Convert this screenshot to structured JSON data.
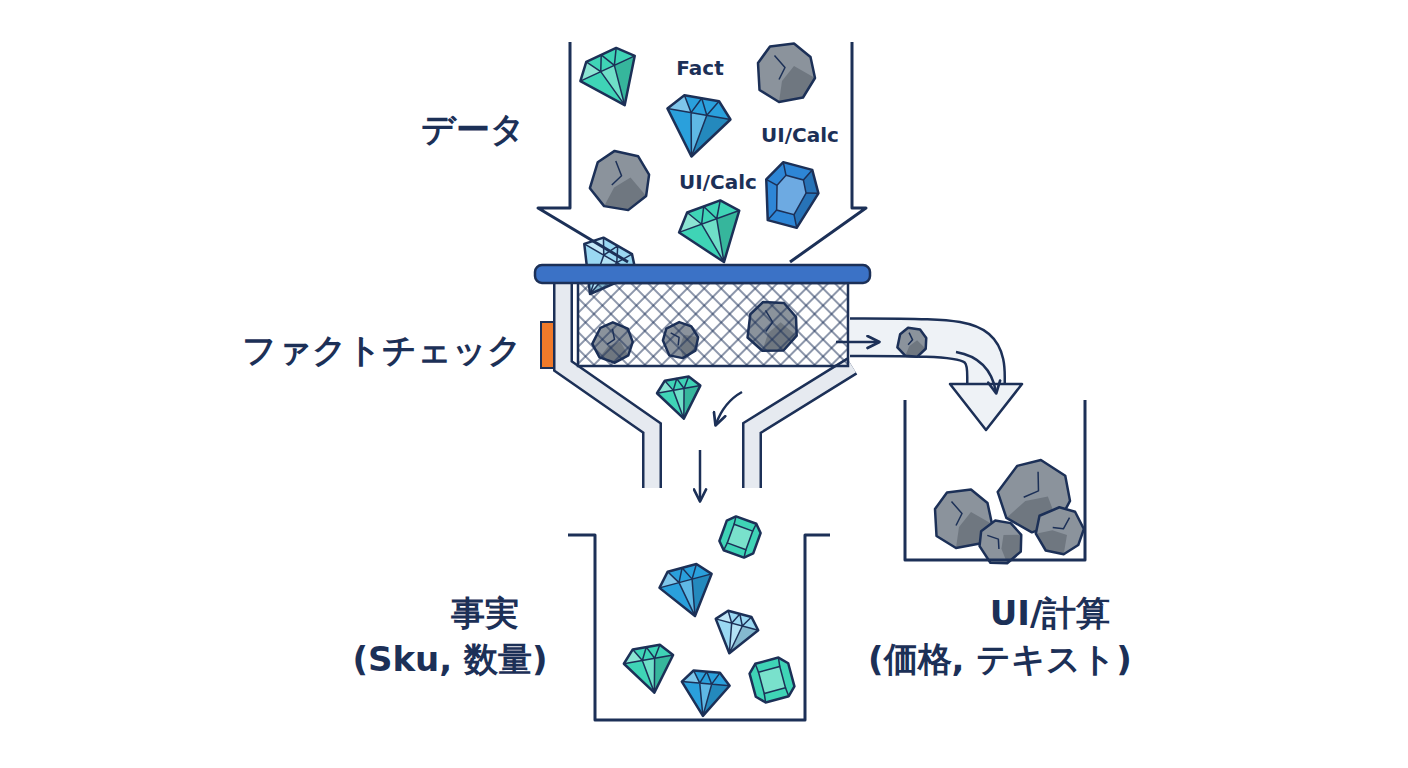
{
  "diagram": {
    "nodes": [
      {
        "text": [
          "データ"
        ]
      },
      {
        "text": [
          "ファクトチェック"
        ]
      },
      {
        "text": [
          "事実 (Sku, 数量)"
        ]
      },
      {
        "text": [
          "UI/計算 (価格, テキスト)"
        ]
      }
    ],
    "edges": [
      {
        "from": 1,
        "to": 2,
        "arrow": "to"
      },
      {
        "from": 1,
        "to": 3,
        "arrow": "to"
      }
    ],
    "labels": [
      "Fact",
      "UI/Calc",
      "UI/Calc"
    ]
  }
}
